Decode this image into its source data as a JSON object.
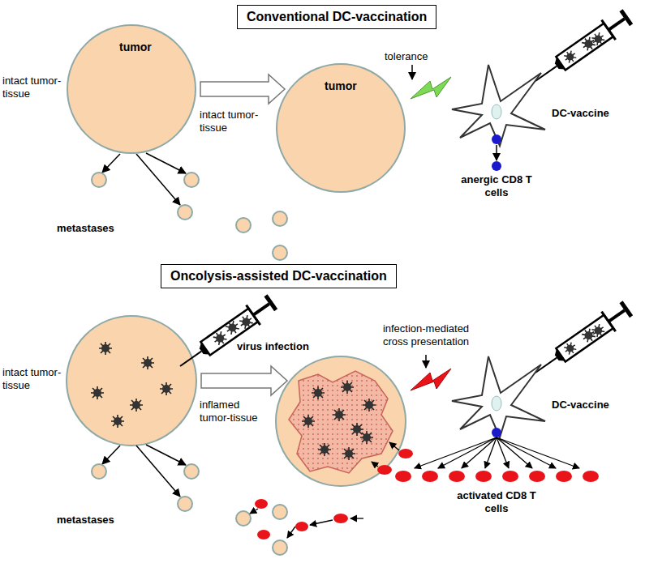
{
  "diagram": {
    "nodes": [
      {
        "text": [
          "Conventional DC-vaccination"
        ]
      },
      {
        "text": [
          "tumor"
        ]
      },
      {
        "text": [
          "tumor"
        ]
      },
      {
        "text": [
          "Oncolysis-assisted DC-vaccination"
        ]
      }
    ],
    "edges": [
      {
        "from": 1,
        "to": 2,
        "arrow": "to"
      }
    ],
    "labels": [
      "intact tumor-tissue",
      "metastases",
      "intact tumor-tissue",
      "tolerance",
      "DC-vaccine",
      "anergic CD8 T cells",
      "intact tumor-tissue",
      "virus infection",
      "metastases",
      "inflamed tumor-tissue",
      "infection-mediated cross presentation",
      "DC-vaccine",
      "activated CD8 T cells"
    ]
  }
}
